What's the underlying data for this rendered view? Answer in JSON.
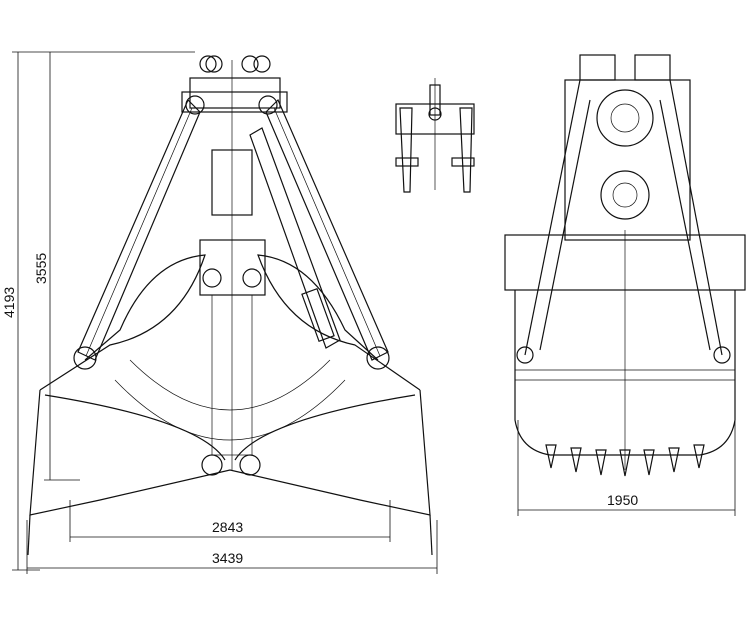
{
  "drawing": {
    "title": "Clamshell grab technical drawing",
    "dimensions": {
      "overall_height": "4193",
      "arm_height": "3555",
      "inner_open_width": "2843",
      "overall_open_width": "3439",
      "side_width": "1950"
    }
  }
}
